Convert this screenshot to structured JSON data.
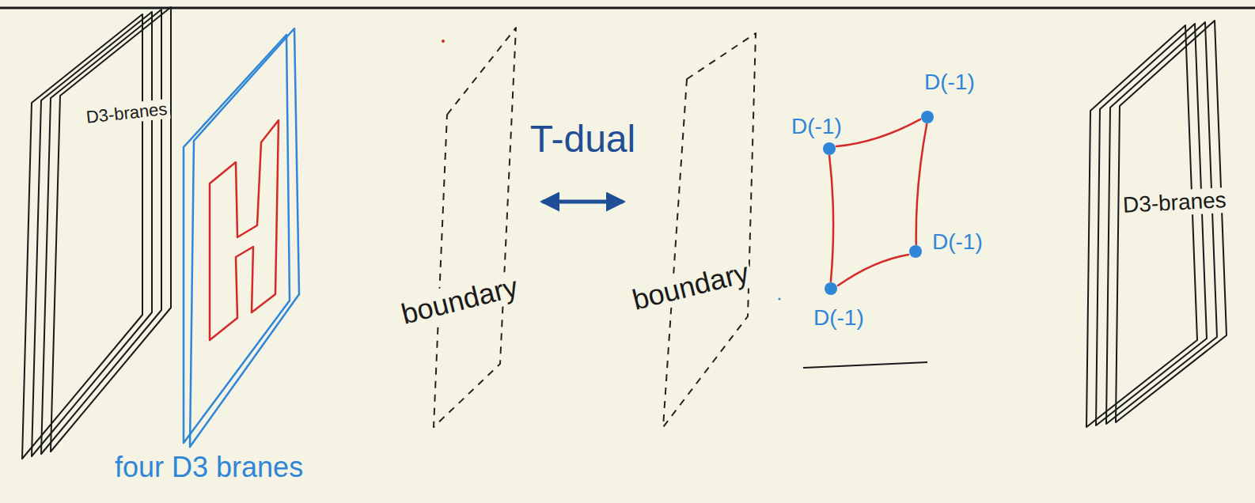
{
  "diagram": {
    "nodes": [
      {
        "text": [
          "D3-branes"
        ]
      },
      {
        "text": [
          "four D3 branes"
        ]
      },
      {
        "text": [
          "boundary"
        ]
      },
      {
        "text": [
          "boundary"
        ]
      },
      {
        "text": [
          "D(-1)"
        ]
      },
      {
        "text": [
          "D(-1)"
        ]
      },
      {
        "text": [
          "D(-1)"
        ]
      },
      {
        "text": [
          "D(-1)"
        ]
      },
      {
        "text": [
          "D3-branes"
        ]
      }
    ],
    "edges": [
      {
        "from": 2,
        "to": 3,
        "label": "T-dual",
        "arrow": "both"
      },
      {
        "from": 4,
        "to": 5,
        "arrow": "none"
      },
      {
        "from": 5,
        "to": 6,
        "arrow": "none"
      },
      {
        "from": 6,
        "to": 7,
        "arrow": "none"
      },
      {
        "from": 7,
        "to": 4,
        "arrow": "none"
      }
    ]
  }
}
